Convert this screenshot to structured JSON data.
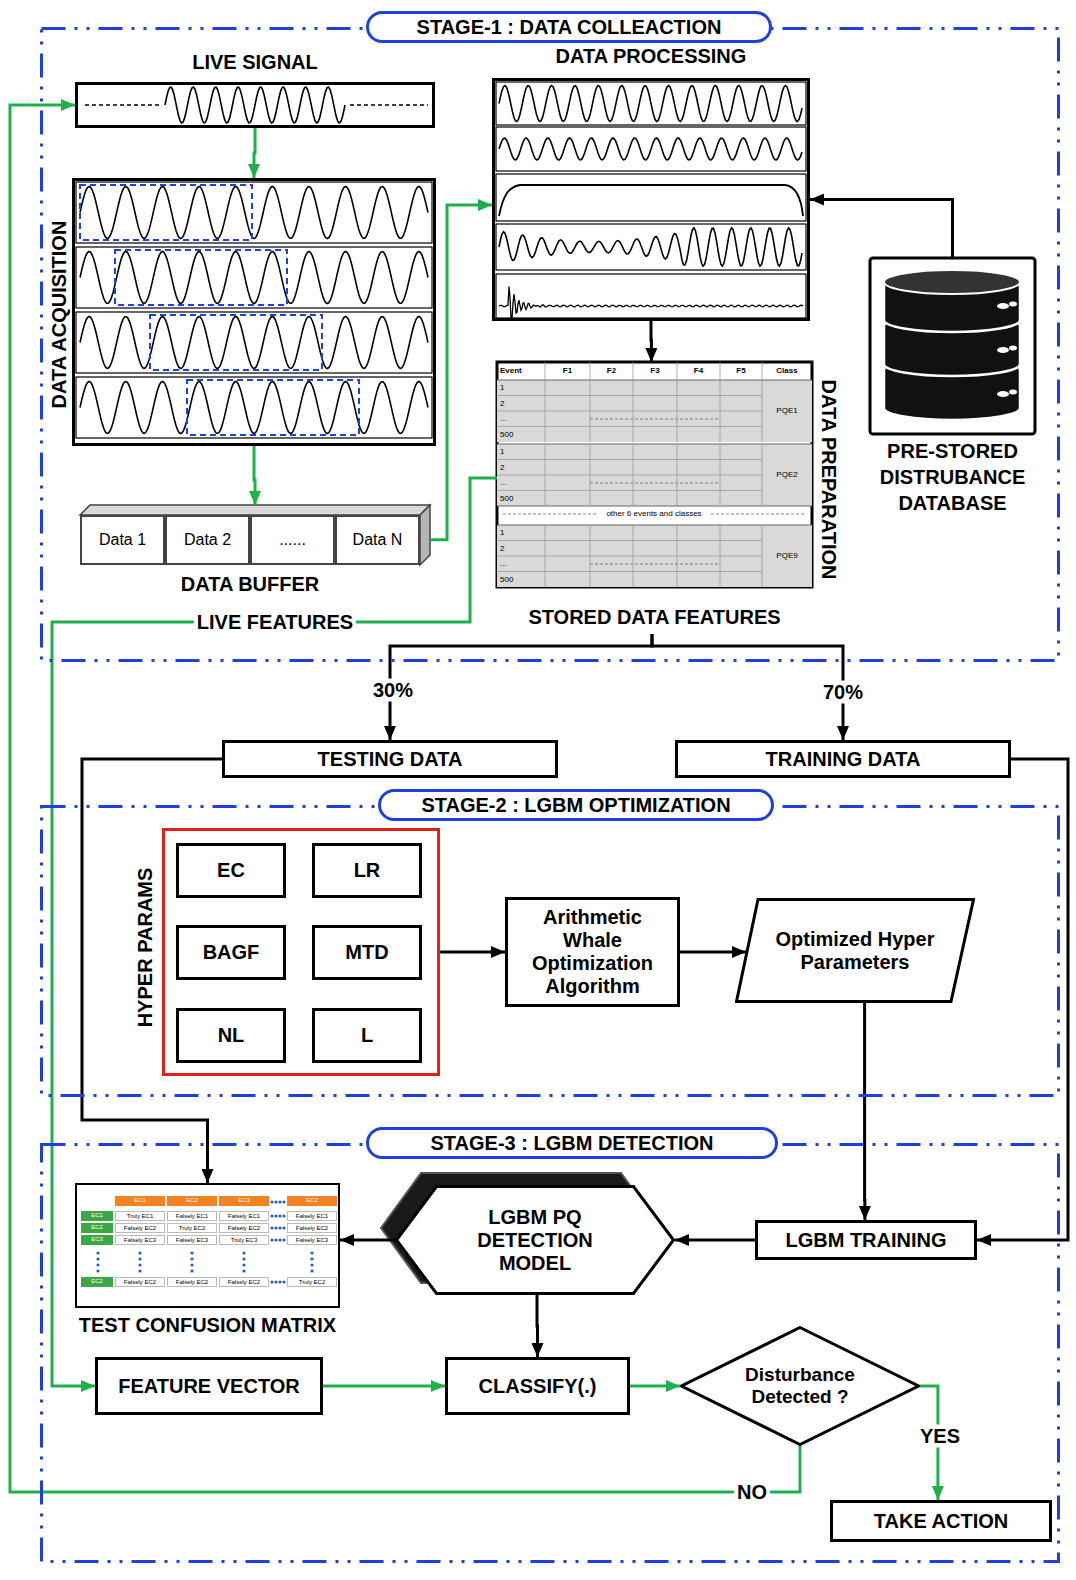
{
  "diagram": {
    "nodes": [
      {
        "text": [
          "STAGE-1 : DATA COLLEACTION"
        ]
      },
      {
        "text": [
          "LIVE SIGNAL"
        ],
        "in": 0
      },
      {
        "text": [
          "DATA ACQUISITION"
        ],
        "in": 0
      },
      {
        "text": [
          "DATA PROCESSING"
        ],
        "in": 0
      },
      {
        "text": [
          "Data 1",
          "Data 2",
          "......",
          "Data N",
          "DATA BUFFER"
        ],
        "in": 0
      },
      {
        "text": [
          "DATA PREPARATION",
          "STORED DATA FEATURES"
        ],
        "in": 0
      },
      {
        "text": [
          "PRE-STORED DISTRUBANCE DATABASE"
        ],
        "in": 0
      },
      {
        "text": [
          "TESTING DATA"
        ]
      },
      {
        "text": [
          "TRAINING DATA"
        ]
      },
      {
        "text": [
          "STAGE-2 : LGBM OPTIMIZATION"
        ]
      },
      {
        "text": [
          "HYPER PARAMS"
        ],
        "in": 9
      },
      {
        "text": [
          "EC"
        ],
        "in": 10
      },
      {
        "text": [
          "LR"
        ],
        "in": 10
      },
      {
        "text": [
          "BAGF"
        ],
        "in": 10
      },
      {
        "text": [
          "MTD"
        ],
        "in": 10
      },
      {
        "text": [
          "NL"
        ],
        "in": 10
      },
      {
        "text": [
          "L"
        ],
        "in": 10
      },
      {
        "text": [
          "Arithmetic Whale Optimization Algorithm"
        ],
        "in": 9
      },
      {
        "text": [
          "Optimized Hyper Parameters"
        ],
        "in": 9
      },
      {
        "text": [
          "STAGE-3 : LGBM DETECTION"
        ]
      },
      {
        "text": [
          "TEST CONFUSION MATRIX"
        ],
        "in": 19
      },
      {
        "text": [
          "LGBM PQ DETECTION MODEL"
        ],
        "in": 19
      },
      {
        "text": [
          "LGBM TRAINING"
        ],
        "in": 19
      },
      {
        "text": [
          "FEATURE VECTOR"
        ],
        "in": 19
      },
      {
        "text": [
          "CLASSIFY(.)"
        ],
        "in": 19
      },
      {
        "text": [
          "Disturbance Detected ?"
        ],
        "in": 19
      },
      {
        "text": [
          "TAKE ACTION"
        ],
        "in": 19
      }
    ],
    "edges": [
      {
        "from": 1,
        "to": 2,
        "arrow": "to"
      },
      {
        "from": 2,
        "to": 4,
        "arrow": "to"
      },
      {
        "from": 4,
        "to": 3,
        "arrow": "to"
      },
      {
        "from": 6,
        "to": 3,
        "arrow": "to"
      },
      {
        "from": 3,
        "to": 5,
        "arrow": "to"
      },
      {
        "from": 5,
        "to": 23,
        "label": "LIVE FEATURES",
        "arrow": "to"
      },
      {
        "from": 5,
        "to": 7,
        "label": "30%",
        "arrow": "to"
      },
      {
        "from": 5,
        "to": 8,
        "label": "70%",
        "arrow": "to"
      },
      {
        "from": 7,
        "to": 20,
        "arrow": "to"
      },
      {
        "from": 8,
        "to": 22,
        "arrow": "to"
      },
      {
        "from": 10,
        "to": 17,
        "arrow": "to"
      },
      {
        "from": 17,
        "to": 18,
        "arrow": "to"
      },
      {
        "from": 18,
        "to": 22,
        "arrow": "to"
      },
      {
        "from": 22,
        "to": 21,
        "arrow": "to"
      },
      {
        "from": 21,
        "to": 20,
        "arrow": "to"
      },
      {
        "from": 21,
        "to": 24,
        "arrow": "to"
      },
      {
        "from": 23,
        "to": 24,
        "arrow": "to"
      },
      {
        "from": 24,
        "to": 25,
        "arrow": "to"
      },
      {
        "from": 25,
        "to": 26,
        "label": "YES",
        "arrow": "to"
      },
      {
        "from": 25,
        "to": 1,
        "label": "NO",
        "arrow": "to"
      }
    ],
    "labels": [
      "Event",
      "F1",
      "F2",
      "F3",
      "F4",
      "F5",
      "Class",
      "1",
      "2",
      "...",
      "500",
      "PQE1",
      "1",
      "2",
      "...",
      "500",
      "PQE2",
      "other 6 events and classes",
      "1",
      "2",
      "...",
      "500",
      "PQE9",
      "EC1",
      "EC2",
      "EC3",
      "EC2",
      "EC1",
      "EC2",
      "EC3",
      "EC2",
      "Truly EC1",
      "Falsely EC1",
      "Falsely EC1",
      "Falsely EC1",
      "Falsely EC2",
      "Truly EC2",
      "Falsely EC2",
      "Falsely EC2",
      "Falsely EC3",
      "Falsely EC3",
      "Truly EC3",
      "Falsely EC3",
      "Falsely EC2",
      "Falsely EC2",
      "Falsely EC2",
      "Truly EC2"
    ]
  }
}
